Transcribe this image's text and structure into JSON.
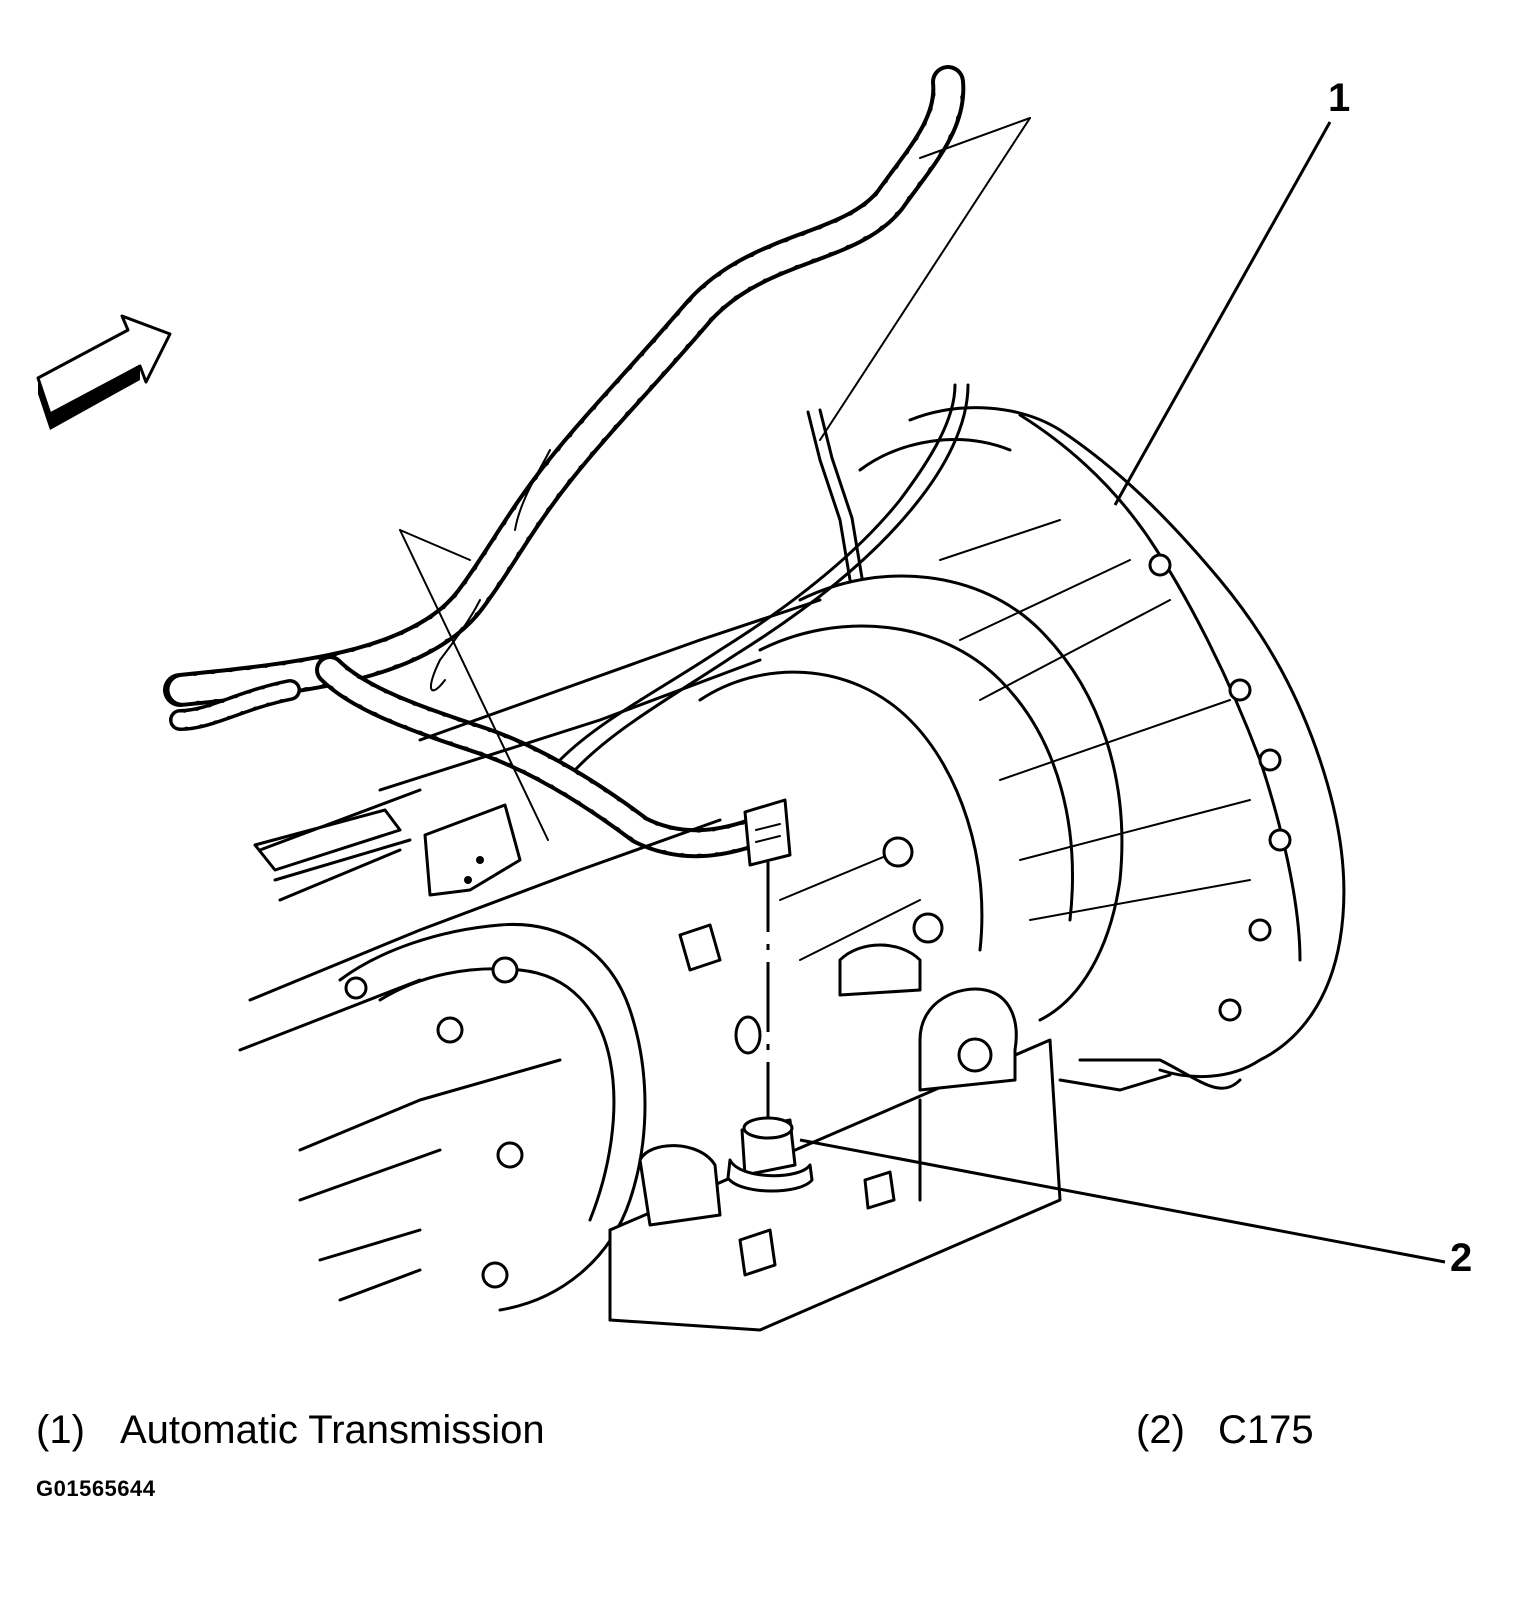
{
  "callouts": [
    {
      "id": "1",
      "label": "1"
    },
    {
      "id": "2",
      "label": "2"
    }
  ],
  "legend": [
    {
      "num": "(1)",
      "text": "Automatic Transmission"
    },
    {
      "num": "(2)",
      "text": "C175"
    }
  ],
  "figure_id": "G01565644",
  "icons": {
    "direction": "forward-arrow-icon",
    "component": "automatic-transmission",
    "connector": "c175-connector"
  }
}
